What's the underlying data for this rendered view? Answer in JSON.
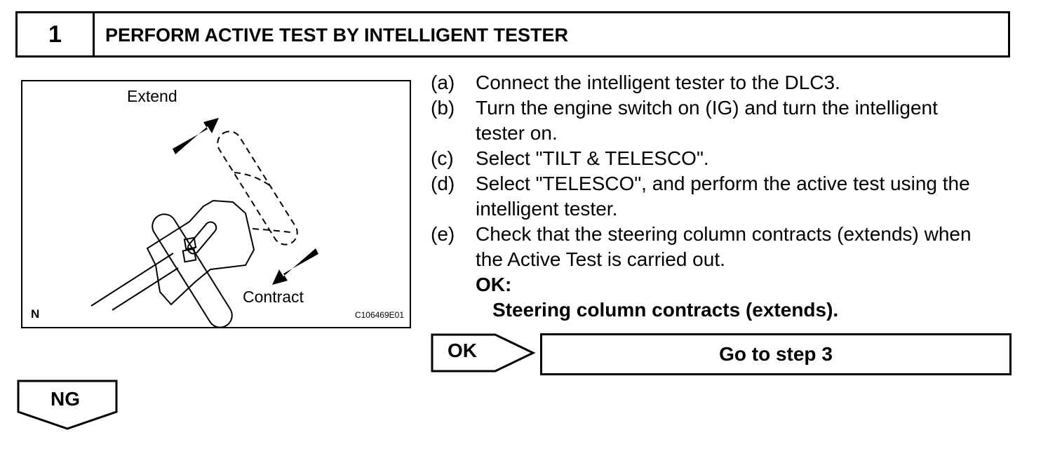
{
  "header": {
    "step_number": "1",
    "title": "PERFORM ACTIVE TEST BY INTELLIGENT TESTER"
  },
  "figure": {
    "label_extend": "Extend",
    "label_contract": "Contract",
    "corner_mark": "N",
    "figure_code": "C106469E01"
  },
  "procedure": {
    "steps": [
      {
        "letter": "(a)",
        "lines": [
          "Connect the intelligent tester to the DLC3."
        ]
      },
      {
        "letter": "(b)",
        "lines": [
          "Turn the engine switch on (IG) and turn the intelligent",
          "tester on."
        ]
      },
      {
        "letter": "(c)",
        "lines": [
          "Select \"TILT & TELESCO\"."
        ]
      },
      {
        "letter": "(d)",
        "lines": [
          "Select \"TELESCO\", and perform the active test using the",
          "intelligent tester."
        ]
      },
      {
        "letter": "(e)",
        "lines": [
          "Check that the steering column contracts (extends) when",
          "the Active Test is carried out."
        ]
      }
    ],
    "ok_heading": "OK:",
    "ok_result": "Steering column contracts (extends)."
  },
  "branches": {
    "ok_label": "OK",
    "ok_target": "Go to step 3",
    "ng_label": "NG"
  }
}
